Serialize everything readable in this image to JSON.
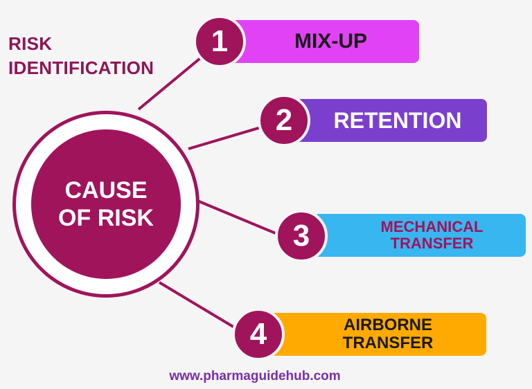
{
  "heading": {
    "line1": "RISK",
    "line2": "IDENTIFICATION"
  },
  "center": {
    "line1": "CAUSE",
    "line2": "OF RISK"
  },
  "items": [
    {
      "number": "1",
      "label": "MIX-UP",
      "color": "#e142f5"
    },
    {
      "number": "2",
      "label": "RETENTION",
      "color": "#7b3fce"
    },
    {
      "number": "3",
      "label_line1": "MECHANICAL",
      "label_line2": "TRANSFER",
      "color": "#38b6f0"
    },
    {
      "number": "4",
      "label_line1": "AIRBORNE",
      "label_line2": "TRANSFER",
      "color": "#ffaa00"
    }
  ],
  "footer": {
    "url": "www.pharmaguidehub.com"
  },
  "colors": {
    "primary": "#a0145c",
    "heading": "#8e1556",
    "footer": "#7a2fa8",
    "background": "#f5f5f5"
  }
}
